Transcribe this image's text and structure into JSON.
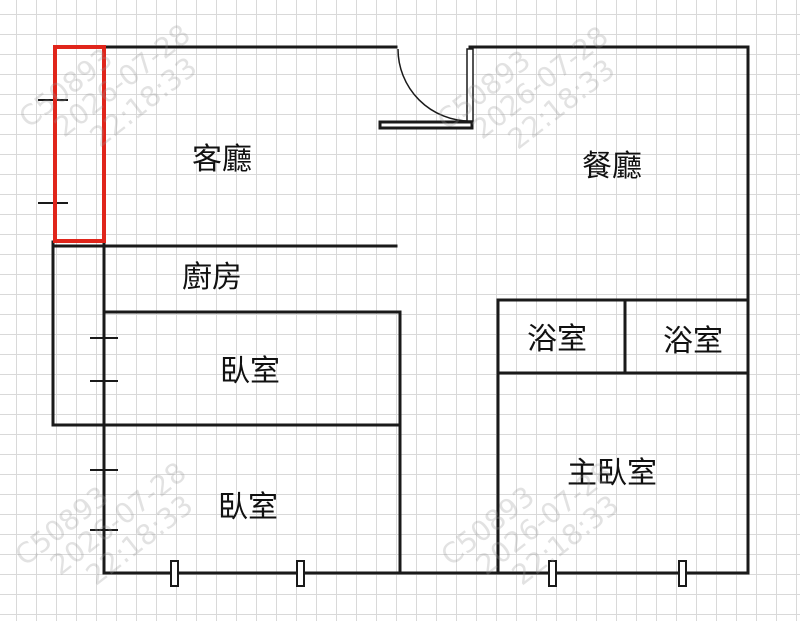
{
  "rooms": {
    "living_room": "客廳",
    "dining_room": "餐廳",
    "kitchen": "廚房",
    "bedroom_1": "臥室",
    "bedroom_2": "臥室",
    "bathroom_1": "浴室",
    "bathroom_2": "浴室",
    "master_bedroom": "主臥室"
  },
  "watermark": {
    "code": "C50893",
    "date": "2026-07-28",
    "time": "22:18:33"
  },
  "colors": {
    "wall": "#1a1a1a",
    "highlight": "#e0251b",
    "grid": "#d9d9d9"
  }
}
